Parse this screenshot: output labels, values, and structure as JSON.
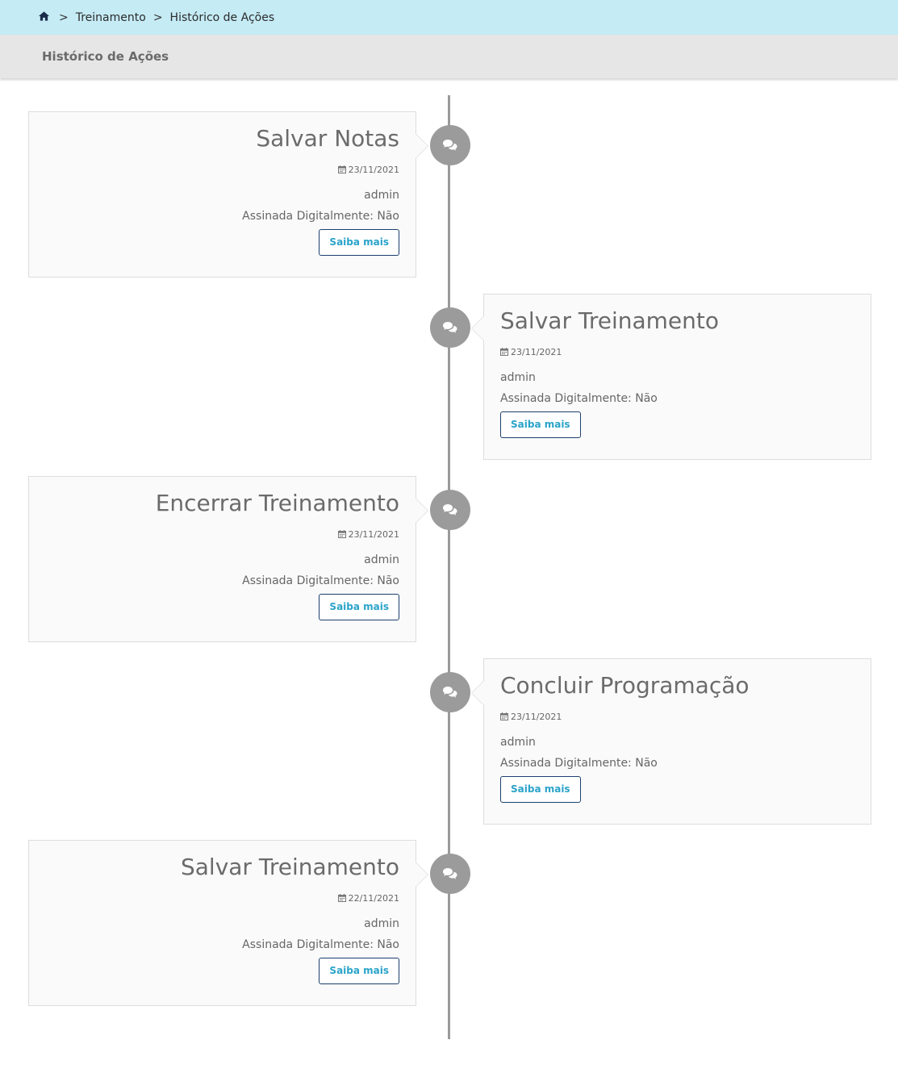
{
  "breadcrumb": {
    "home_icon": "home-icon",
    "separator": ">",
    "items": [
      "Treinamento",
      "Histórico de Ações"
    ]
  },
  "header": {
    "title": "Histórico de Ações"
  },
  "timeline": {
    "badge_icon": "comments-icon",
    "entries": [
      {
        "title": "Salvar Notas",
        "date": "23/11/2021",
        "user": "admin",
        "signed": "Assinada Digitalmente: Não",
        "button": "Saiba mais"
      },
      {
        "title": "Salvar Treinamento",
        "date": "23/11/2021",
        "user": "admin",
        "signed": "Assinada Digitalmente: Não",
        "button": "Saiba mais"
      },
      {
        "title": "Encerrar Treinamento",
        "date": "23/11/2021",
        "user": "admin",
        "signed": "Assinada Digitalmente: Não",
        "button": "Saiba mais"
      },
      {
        "title": "Concluir Programação",
        "date": "23/11/2021",
        "user": "admin",
        "signed": "Assinada Digitalmente: Não",
        "button": "Saiba mais"
      },
      {
        "title": "Salvar Treinamento",
        "date": "22/11/2021",
        "user": "admin",
        "signed": "Assinada Digitalmente: Não",
        "button": "Saiba mais"
      }
    ]
  },
  "colors": {
    "breadcrumb_bg": "#c5ebf5",
    "header_bg": "#e6e6e6",
    "badge": "#9b9b9b",
    "button_text": "#2aa3c9",
    "button_border": "#1c3f6e"
  }
}
